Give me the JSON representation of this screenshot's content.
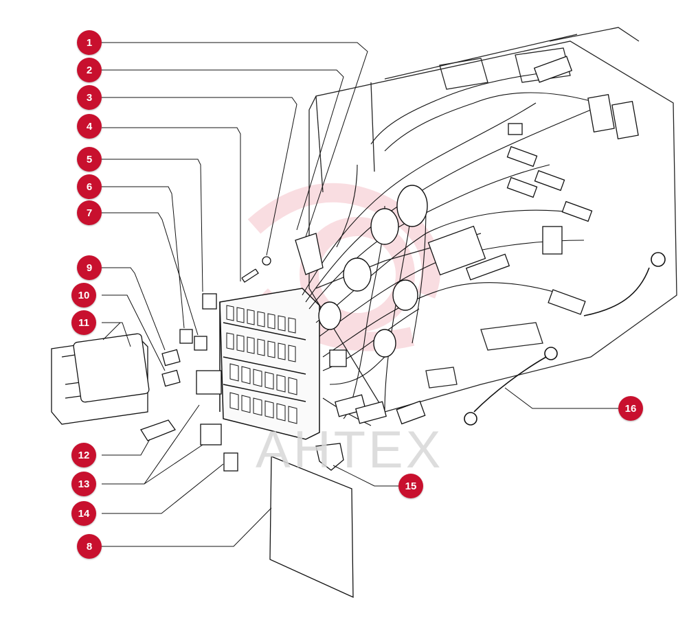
{
  "watermark": {
    "text": "AHTEX"
  },
  "colors": {
    "callout": "#c8102e",
    "line": "#1a1a1a",
    "watermark": "#f3b8c0"
  },
  "callouts": [
    {
      "id": "1",
      "label": "1"
    },
    {
      "id": "2",
      "label": "2"
    },
    {
      "id": "3",
      "label": "3"
    },
    {
      "id": "4",
      "label": "4"
    },
    {
      "id": "5",
      "label": "5"
    },
    {
      "id": "6",
      "label": "6"
    },
    {
      "id": "7",
      "label": "7"
    },
    {
      "id": "9",
      "label": "9"
    },
    {
      "id": "10",
      "label": "10"
    },
    {
      "id": "11",
      "label": "11"
    },
    {
      "id": "12",
      "label": "12"
    },
    {
      "id": "13",
      "label": "13"
    },
    {
      "id": "14",
      "label": "14"
    },
    {
      "id": "8",
      "label": "8"
    },
    {
      "id": "15",
      "label": "15"
    },
    {
      "id": "16",
      "label": "16"
    }
  ]
}
